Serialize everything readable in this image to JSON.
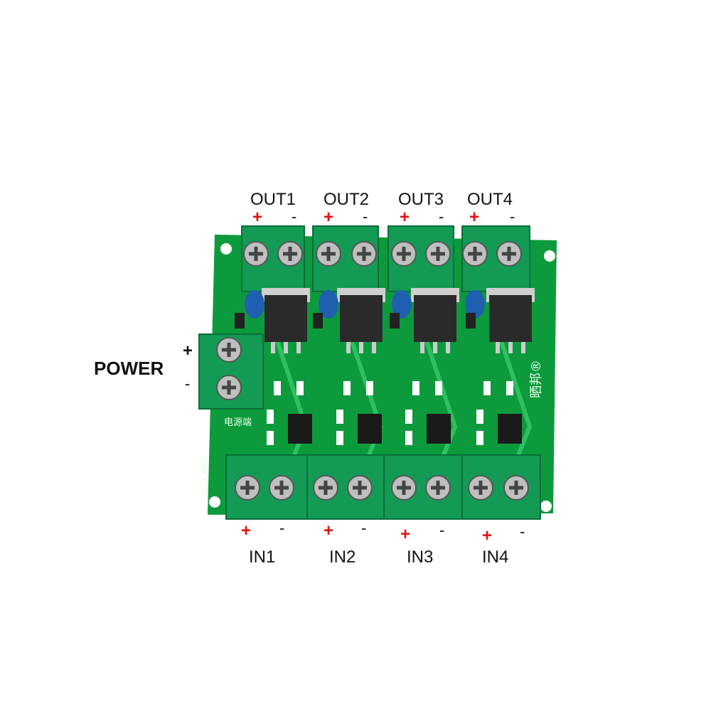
{
  "outputs": [
    {
      "label": "OUT1",
      "plus": "+",
      "minus": "-"
    },
    {
      "label": "OUT2",
      "plus": "+",
      "minus": "-"
    },
    {
      "label": "OUT3",
      "plus": "+",
      "minus": "-"
    },
    {
      "label": "OUT4",
      "plus": "+",
      "minus": "-"
    }
  ],
  "inputs": [
    {
      "label": "IN1",
      "plus": "+",
      "minus": "-"
    },
    {
      "label": "IN2",
      "plus": "+",
      "minus": "-"
    },
    {
      "label": "IN3",
      "plus": "+",
      "minus": "-"
    },
    {
      "label": "IN4",
      "plus": "+",
      "minus": "-"
    }
  ],
  "power": {
    "label": "POWER",
    "plus": "+",
    "minus": "-"
  },
  "board": {
    "sku": "SKU:7862",
    "power_silk": "电源端",
    "brand_logo": "晒邦®",
    "colors": {
      "pcb": "#0d9a3c",
      "terminal": "#139a55",
      "mosfet": "#2a2a2a",
      "capacitor": "#1f5fb0",
      "text_plus": "#e01010"
    }
  }
}
